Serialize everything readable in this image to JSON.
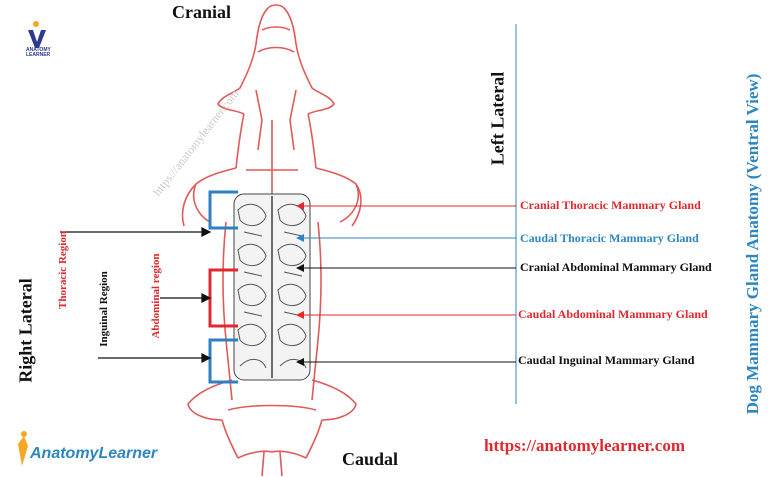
{
  "orientation": {
    "cranial": "Cranial",
    "caudal": "Caudal",
    "left_lateral": "Left Lateral",
    "right_lateral": "Right Lateral"
  },
  "title": "Dog Mammary Gland Anatomy (Ventral View)",
  "regions": {
    "thoracic": "Thoracic Region",
    "abdominal": "Abdominal region",
    "inguinal": "Inguinal Region"
  },
  "glands": [
    {
      "label": "Cranial  Thoracic Mammary Gland",
      "color": "#e0282e"
    },
    {
      "label": "Caudal  Thoracic Mammary Gland",
      "color": "#2e86c1"
    },
    {
      "label": "Cranial  Abdominal Mammary Gland",
      "color": "#111111"
    },
    {
      "label": "Caudal  Abdominal Mammary Gland",
      "color": "#e0282e"
    },
    {
      "label": "Caudal Inguinal Mammary Gland",
      "color": "#111111"
    }
  ],
  "watermark": "https://anatomylearner.com",
  "url": "https://anatomylearner.com",
  "brand": {
    "name": "AnatomyLearner",
    "logo_letter": "V",
    "logo_text": "ANATOMY LEARNER"
  },
  "colors": {
    "red": "#e0282e",
    "blue": "#2e86c1",
    "outline": "#e05a5a",
    "bracket_blue": "#2e7fc4",
    "bracket_red": "#e0282e",
    "brand_blue": "#2e86c1",
    "brand_orange": "#f5a623"
  }
}
